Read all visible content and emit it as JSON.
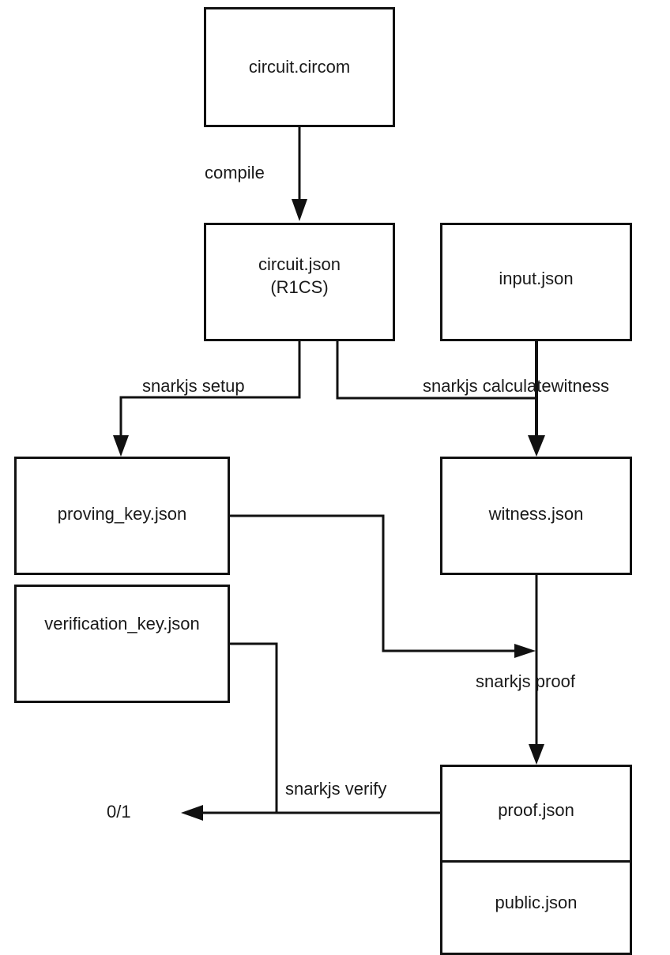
{
  "diagram": {
    "nodes": {
      "circuit_circom": {
        "label": "circuit.circom"
      },
      "circuit_json": {
        "label": "circuit.json",
        "sublabel": "(R1CS)"
      },
      "input_json": {
        "label": "input.json"
      },
      "proving_key": {
        "label": "proving_key.json"
      },
      "witness": {
        "label": "witness.json"
      },
      "verification_key": {
        "label": "verification_key.json"
      },
      "proof": {
        "label": "proof.json"
      },
      "public": {
        "label": "public.json"
      }
    },
    "edges": {
      "compile": {
        "label": "compile",
        "from": "circuit.circom",
        "to": "circuit.json"
      },
      "setup": {
        "label": "snarkjs setup",
        "from": "circuit.json",
        "to": "proving_key.json"
      },
      "calculatewitness": {
        "label": "snarkjs calculatewitness",
        "from": [
          "circuit.json",
          "input.json"
        ],
        "to": "witness.json"
      },
      "proof": {
        "label": "snarkjs proof",
        "from": [
          "proving_key.json",
          "witness.json"
        ],
        "to": "proof.json"
      },
      "verify": {
        "label": "snarkjs verify",
        "from": [
          "verification_key.json",
          "proof.json"
        ],
        "to": "0/1"
      }
    },
    "result": {
      "label": "0/1"
    },
    "stroke_color": "#111111"
  }
}
